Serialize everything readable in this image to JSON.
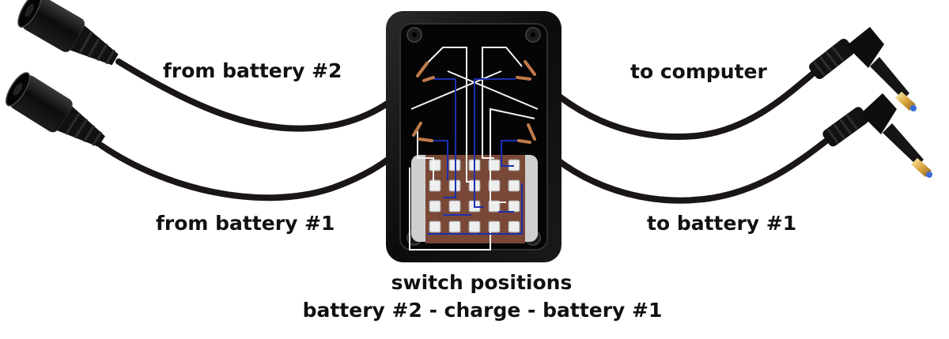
{
  "labels": {
    "from_battery_2": "from battery #2",
    "from_battery_1": "from battery #1",
    "to_computer": "to computer",
    "to_battery_1": "to battery #1",
    "switch_positions": "switch positions",
    "positions_sequence": "battery #2 - charge - battery #1"
  },
  "colors": {
    "cable": "#1a1616",
    "enclosure": "#0f0f11",
    "white_wire": "#f4f4f4",
    "blue_wire": "#1b2fb0",
    "copper": "#c07a4a",
    "switch_body": "#d9d9d9",
    "terminal": "#eeeeee",
    "board": "#7a4836"
  }
}
